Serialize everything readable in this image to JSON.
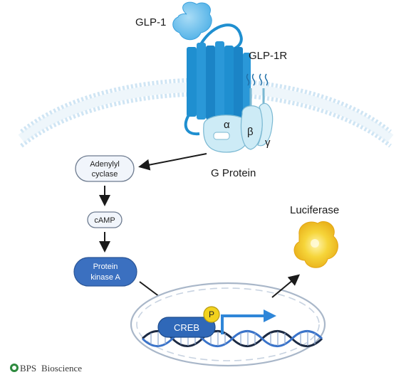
{
  "labels": {
    "ligand": "GLP-1",
    "receptor": "GLP-1R",
    "g_protein": "G Protein",
    "alpha": "α",
    "beta": "β",
    "gamma": "γ",
    "adenylyl_line1": "Adenylyl",
    "adenylyl_line2": "cyclase",
    "camp": "cAMP",
    "pka_line1": "Protein",
    "pka_line2": "kinase A",
    "creb": "CREB",
    "phospho": "P",
    "luciferase": "Luciferase"
  },
  "logo": {
    "mark": "BPS",
    "word": "Bioscience"
  },
  "colors": {
    "receptor": "#1f8fd0",
    "ligand": "#6cc1ec",
    "g_protein": "#cdebf6",
    "g_protein_stroke": "#7ab8d2",
    "membrane": "#d2e7f5",
    "pka": "#3b70c0",
    "creb": "#2f68b8",
    "phospho": "#f2d21e",
    "promoter_arrow": "#2f86d8",
    "dna_dark": "#1c2a43",
    "dna_blue": "#3a73c9",
    "luciferase": "#f2c22a",
    "node_fill": "#f1f5fb",
    "node_stroke": "#6d7b8f",
    "nucleus_stroke": "#a9b7c9",
    "logo_green": "#2d8a3e"
  }
}
